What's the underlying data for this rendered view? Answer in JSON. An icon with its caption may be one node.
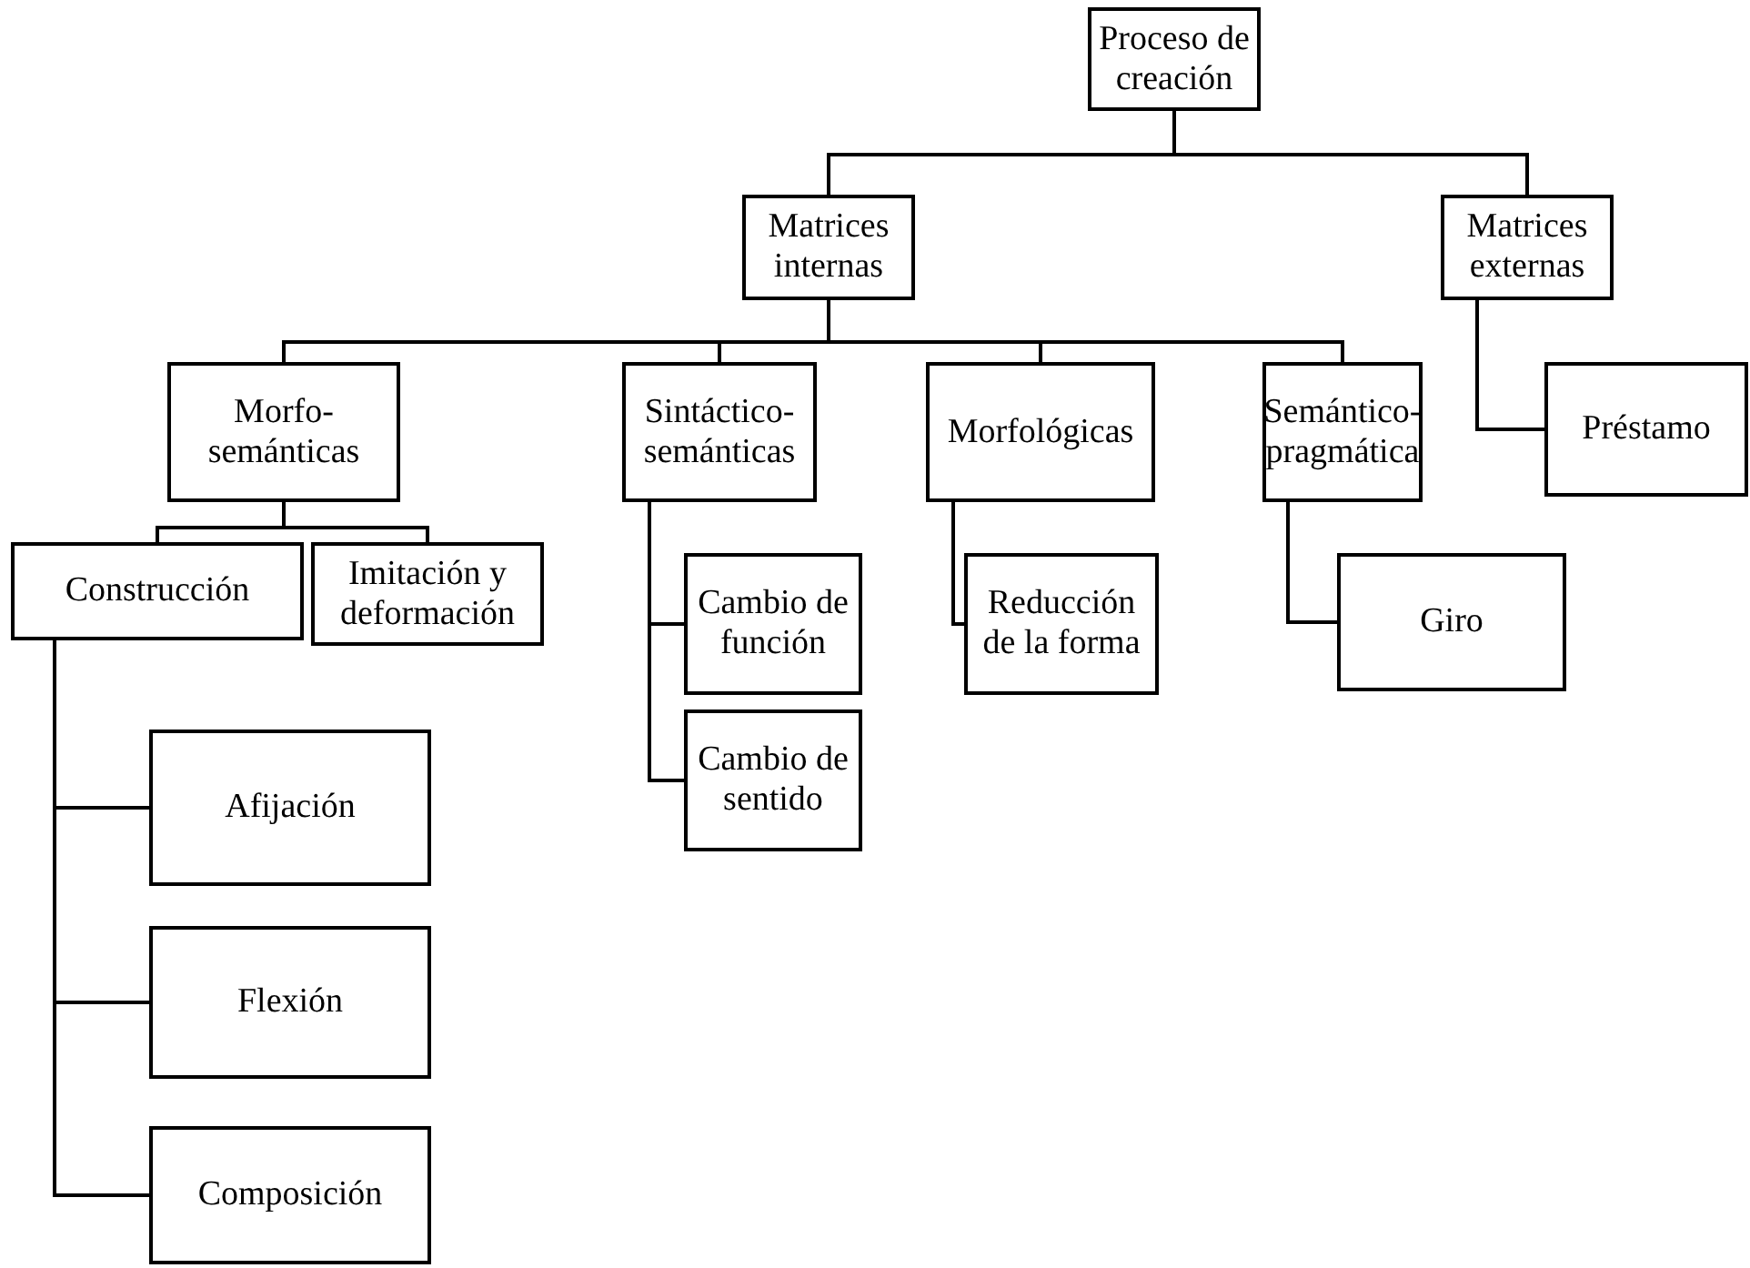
{
  "diagram": {
    "nodes": [
      {
        "text": [
          "Proceso de creación"
        ]
      },
      {
        "text": [
          "Matrices internas"
        ]
      },
      {
        "text": [
          "Matrices externas"
        ]
      },
      {
        "text": [
          "Morfo-semánticas"
        ]
      },
      {
        "text": [
          "Sintáctico-semánticas"
        ]
      },
      {
        "text": [
          "Morfológicas"
        ]
      },
      {
        "text": [
          "Semántico-pragmática"
        ]
      },
      {
        "text": [
          "Préstamo"
        ]
      },
      {
        "text": [
          "Construcción"
        ]
      },
      {
        "text": [
          "Imitación y deformación"
        ]
      },
      {
        "text": [
          "Cambio de función"
        ]
      },
      {
        "text": [
          "Reducción de la forma"
        ]
      },
      {
        "text": [
          "Giro"
        ]
      },
      {
        "text": [
          "Cambio de sentido"
        ]
      },
      {
        "text": [
          "Afijación"
        ]
      },
      {
        "text": [
          "Flexión"
        ]
      },
      {
        "text": [
          "Composición"
        ]
      }
    ],
    "edges": [
      {
        "from": 0,
        "to": 1,
        "arrow": "none"
      },
      {
        "from": 0,
        "to": 2,
        "arrow": "none"
      },
      {
        "from": 1,
        "to": 3,
        "arrow": "none"
      },
      {
        "from": 1,
        "to": 4,
        "arrow": "none"
      },
      {
        "from": 1,
        "to": 5,
        "arrow": "none"
      },
      {
        "from": 1,
        "to": 6,
        "arrow": "none"
      },
      {
        "from": 2,
        "to": 7,
        "arrow": "none"
      },
      {
        "from": 3,
        "to": 8,
        "arrow": "none"
      },
      {
        "from": 3,
        "to": 9,
        "arrow": "none"
      },
      {
        "from": 4,
        "to": 10,
        "arrow": "none"
      },
      {
        "from": 4,
        "to": 13,
        "arrow": "none"
      },
      {
        "from": 5,
        "to": 11,
        "arrow": "none"
      },
      {
        "from": 6,
        "to": 12,
        "arrow": "none"
      },
      {
        "from": 8,
        "to": 14,
        "arrow": "none"
      },
      {
        "from": 8,
        "to": 15,
        "arrow": "none"
      },
      {
        "from": 8,
        "to": 16,
        "arrow": "none"
      }
    ]
  }
}
